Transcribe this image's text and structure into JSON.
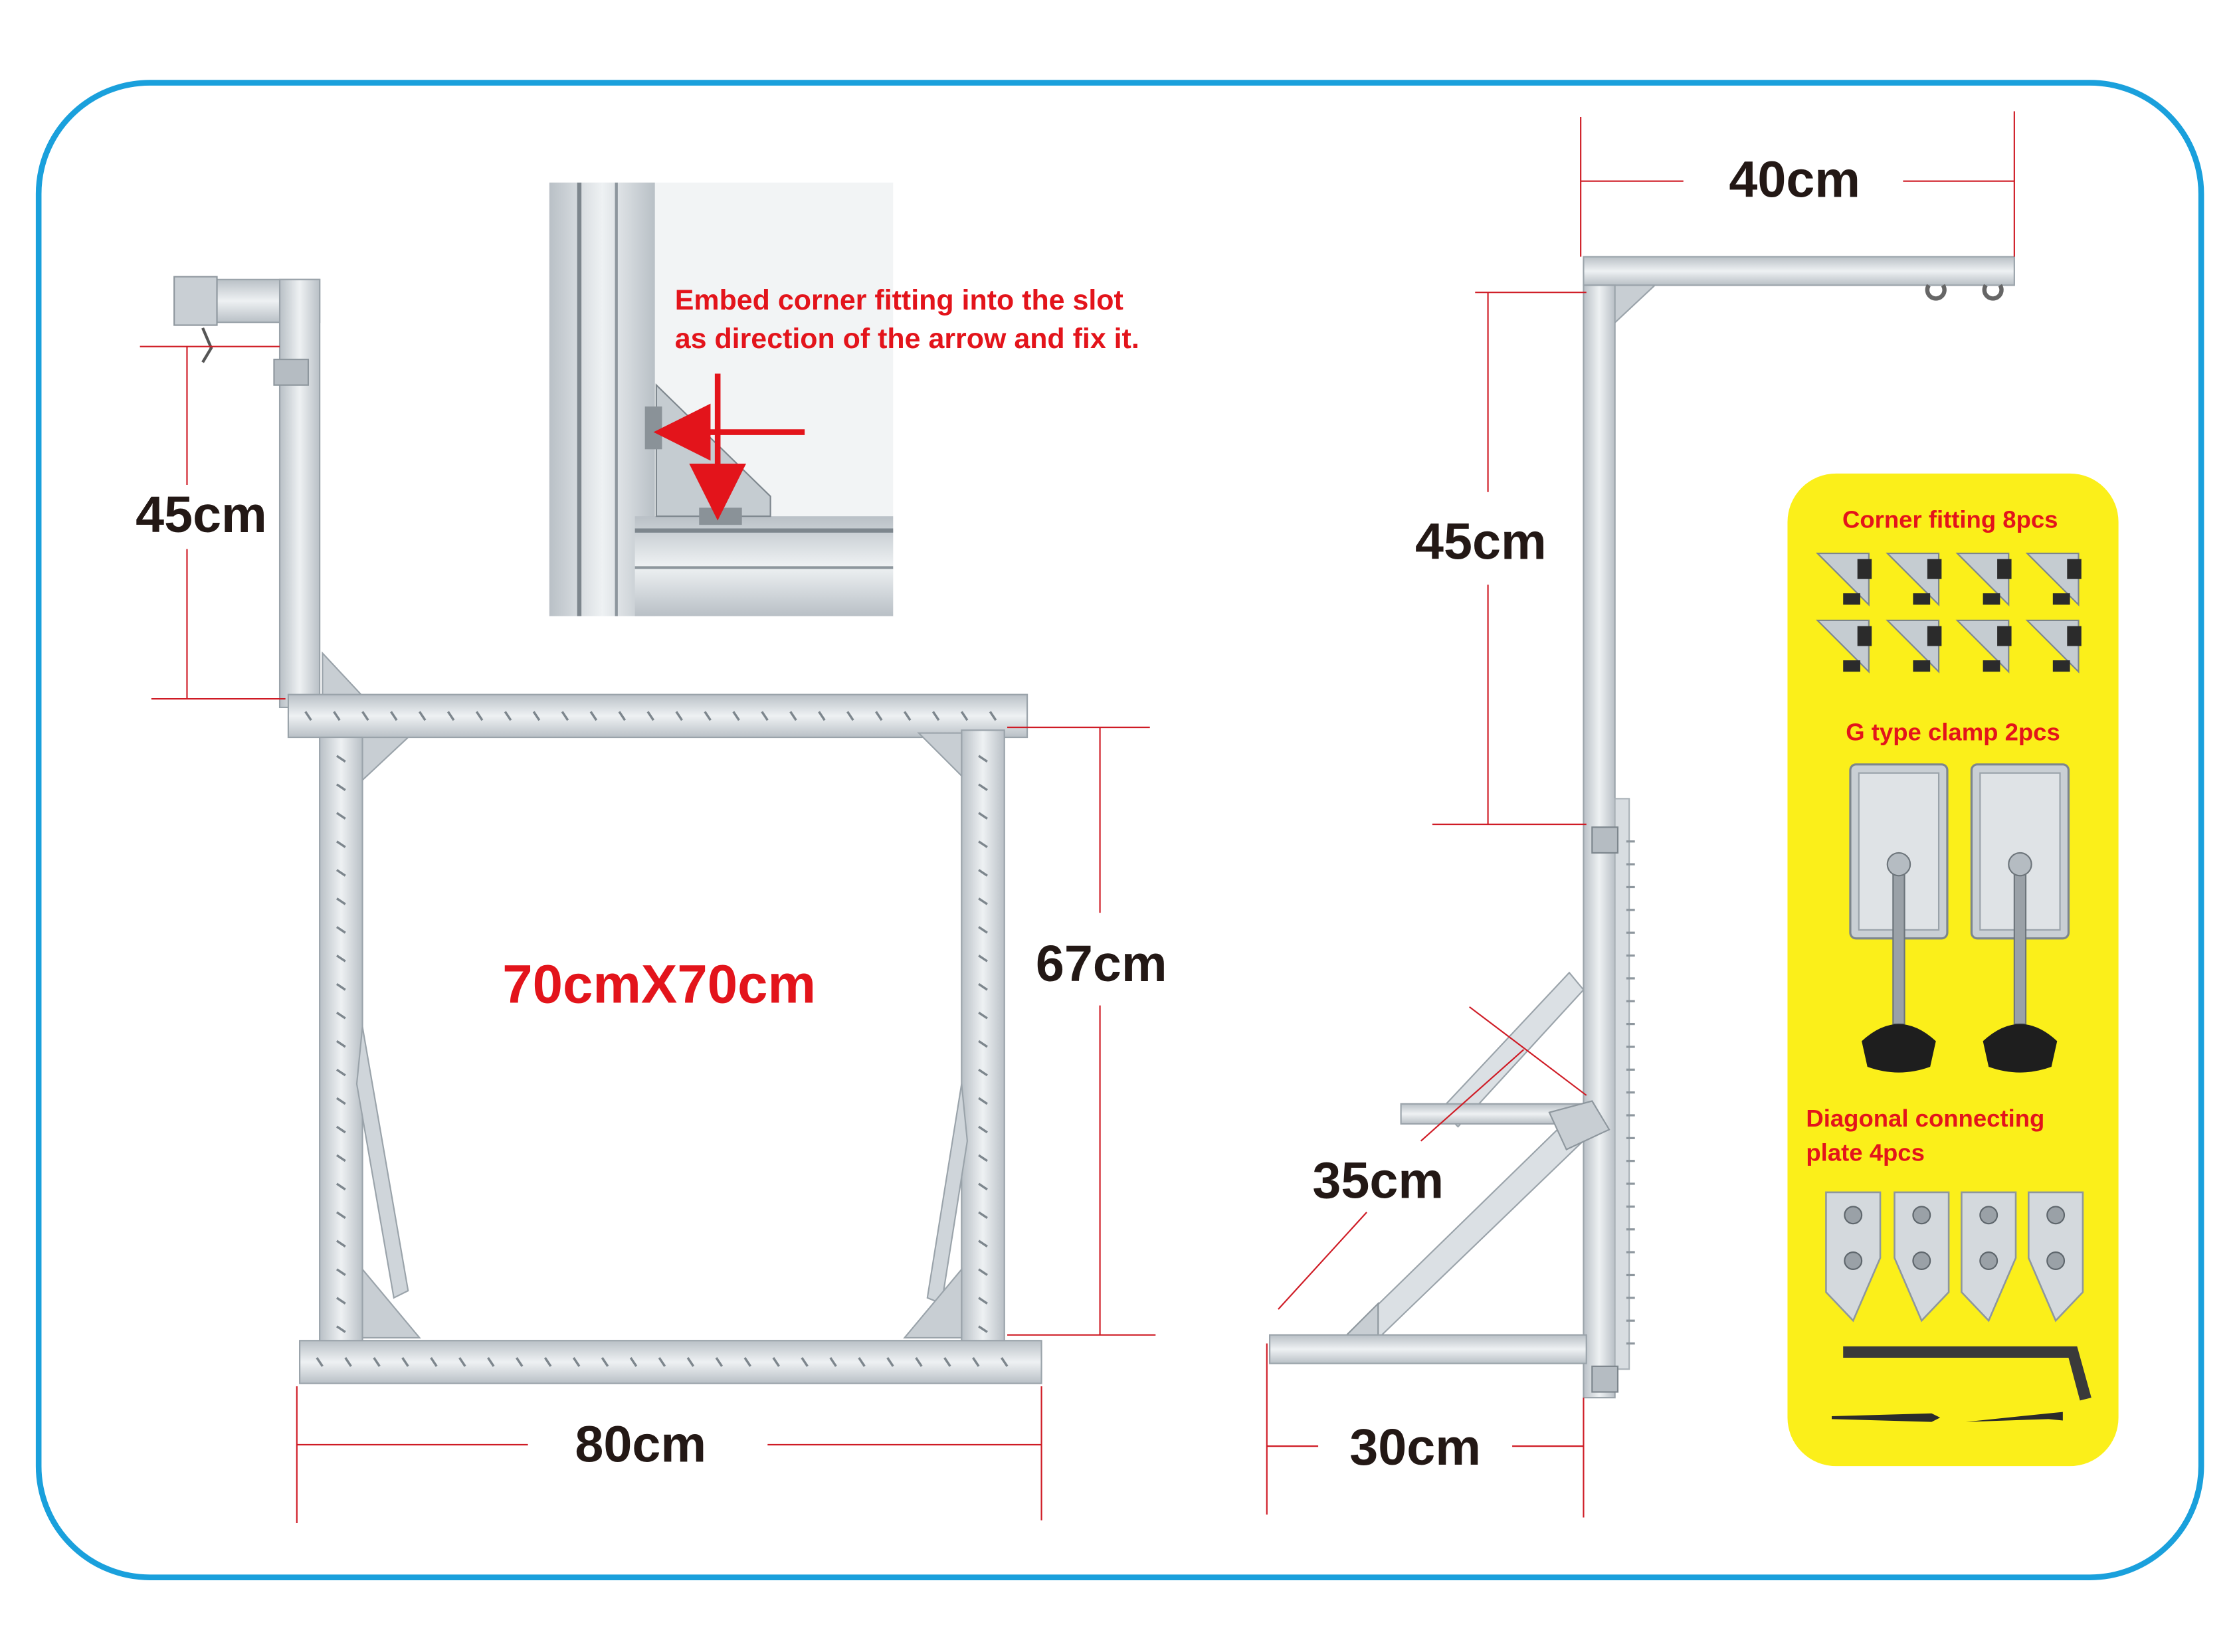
{
  "colors": {
    "border": "#1aa0dc",
    "accent_red": "#e3141b",
    "dimension_line": "#cf1b25",
    "panel_yellow": "#fbef1a",
    "aluminum": "#d6dbe0",
    "aluminum_dark": "#a9b1b8",
    "text_dark": "#231815"
  },
  "front_view": {
    "arm_height": "45cm",
    "frame_size": "70cmX70cm",
    "frame_height": "67cm",
    "base_width": "80cm"
  },
  "detail": {
    "instruction_line1": "Embed corner fitting into the slot",
    "instruction_line2": "as direction of the arrow and fix it."
  },
  "side_view": {
    "arm_length": "40cm",
    "arm_height": "45cm",
    "brace_length": "35cm",
    "base_depth": "30cm"
  },
  "parts_panel": {
    "corner_fitting": {
      "title": "Corner fitting 8pcs",
      "icon": "corner-fitting-icon"
    },
    "clamp": {
      "title": "G type clamp 2pcs",
      "icon": "g-clamp-icon"
    },
    "plate": {
      "title_line1": "Diagonal connecting",
      "title_line2": "plate 4pcs",
      "icon": "diagonal-plate-icon"
    },
    "extras": {
      "icons": [
        "hex-key-icon",
        "screw-icon"
      ]
    }
  }
}
